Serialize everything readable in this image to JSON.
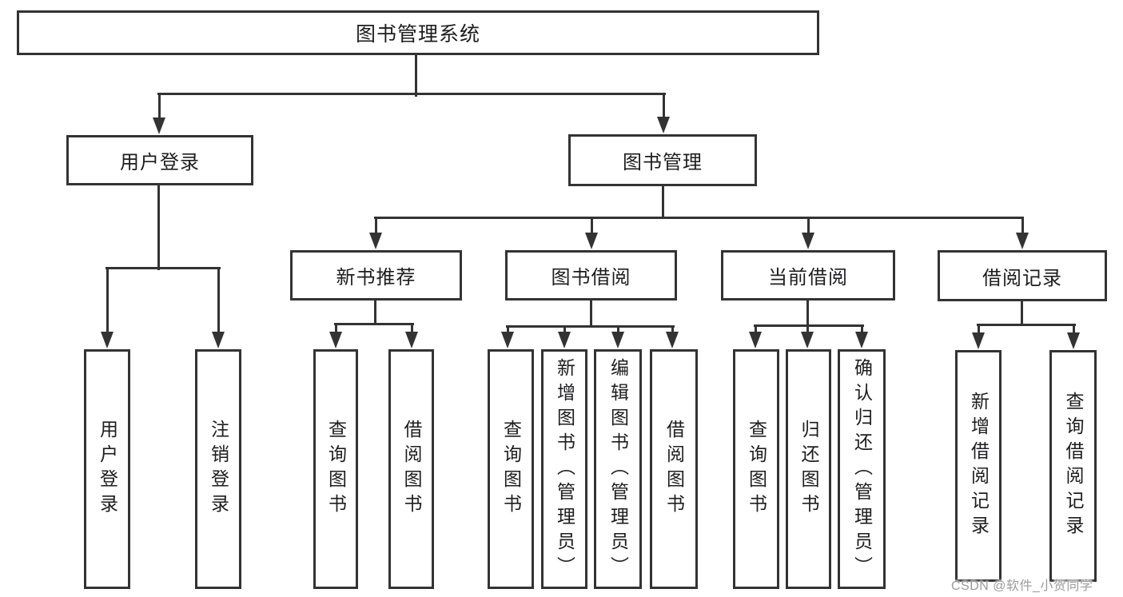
{
  "diagram": {
    "type": "hierarchy-diagram",
    "title": "图书管理系统",
    "watermark": "CSDN @软件_小贺同学",
    "colors": {
      "line": "#333333",
      "text": "#1d1d1f",
      "background": "#ffffff",
      "watermark": "#9b9b9b"
    },
    "nodes": {
      "root": "图书管理系统",
      "user_login": "用户登录",
      "book_mgmt": "图书管理",
      "new_book_rec": "新书推荐",
      "book_borrow": "图书借阅",
      "current_borrow": "当前借阅",
      "borrow_records": "借阅记录",
      "leaf_user_login": "用户登录",
      "leaf_logout": "注销登录",
      "leaf_query_book_1": "查询图书",
      "leaf_borrow_book_1": "借阅图书",
      "leaf_query_book_2": "查询图书",
      "leaf_add_book": "新增图书（管理员）",
      "leaf_edit_book": "编辑图书（管理员）",
      "leaf_borrow_book_2": "借阅图书",
      "leaf_query_book_3": "查询图书",
      "leaf_return_book": "归还图书",
      "leaf_confirm_return": "确认归还（管理员）",
      "leaf_add_record": "新增借阅记录",
      "leaf_query_record": "查询借阅记录"
    },
    "hierarchy": {
      "图书管理系统": {
        "用户登录": [
          "用户登录",
          "注销登录"
        ],
        "图书管理": {
          "新书推荐": [
            "查询图书",
            "借阅图书"
          ],
          "图书借阅": [
            "查询图书",
            "新增图书（管理员）",
            "编辑图书（管理员）",
            "借阅图书"
          ],
          "当前借阅": [
            "查询图书",
            "归还图书",
            "确认归还（管理员）"
          ],
          "借阅记录": [
            "新增借阅记录",
            "查询借阅记录"
          ]
        }
      }
    }
  }
}
